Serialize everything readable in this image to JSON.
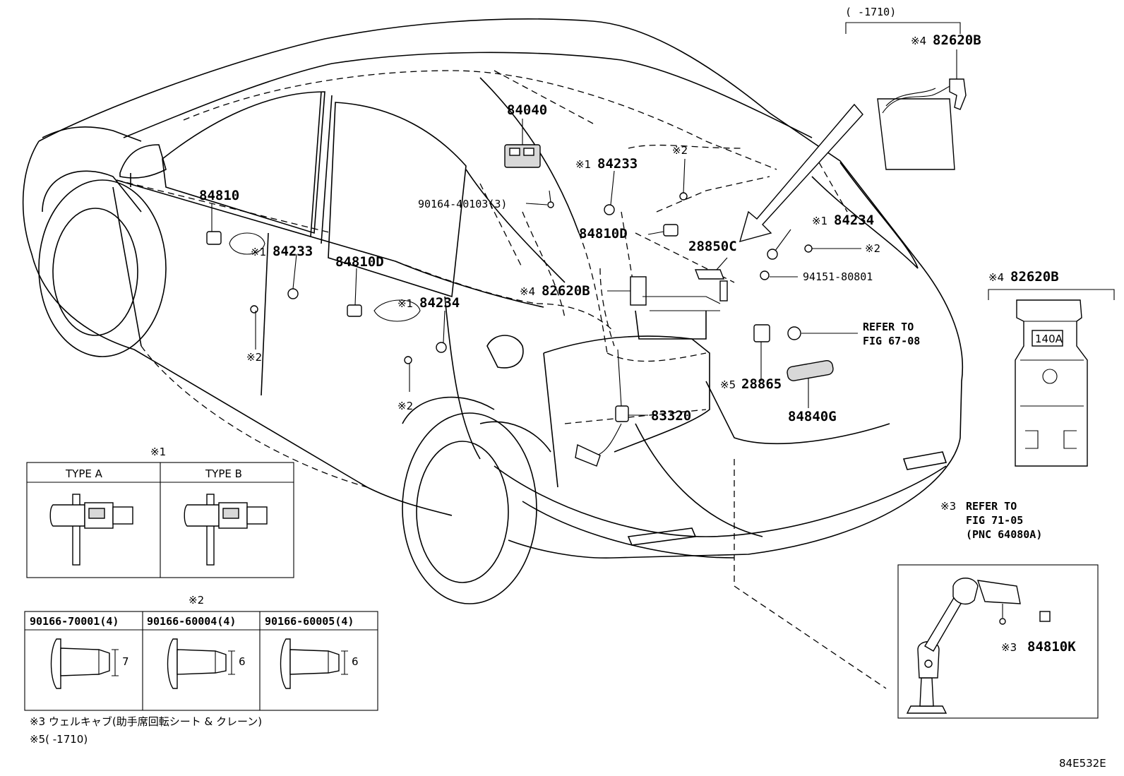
{
  "callouts": {
    "p84040": "84040",
    "p84810": "84810",
    "p84810D_a": "84810D",
    "p84810D_b": "84810D",
    "p90164": "90164-40103(3)",
    "p84233_a": "84233",
    "p84233_b": "84233",
    "p84234_a": "84234",
    "p84234_b": "84234",
    "p82620B_a": "82620B",
    "p82620B_b": "82620B",
    "p82620B_c": "82620B",
    "p28850C": "28850C",
    "p94151": "94151-80801",
    "p28865": "28865",
    "p84840G": "84840G",
    "p83320": "83320",
    "p84810K": "84810K",
    "refer1_line1": "REFER TO",
    "refer1_line2": "FIG 67-08",
    "refer2_line1": "REFER TO",
    "refer2_line2": "FIG 71-05",
    "refer2_line3": "(PNC 64080A)",
    "range_top": "(     -1710)",
    "fuse_label": "140A",
    "diagram_code": "84E532E"
  },
  "marks": {
    "m1": "※1",
    "m2": "※2",
    "m3": "※3",
    "m4": "※4",
    "m5": "※5"
  },
  "table1": {
    "mark": "※1",
    "col_a": "TYPE A",
    "col_b": "TYPE B"
  },
  "table2": {
    "mark": "※2",
    "cols": [
      "90166-70001(4)",
      "90166-60004(4)",
      "90166-60005(4)"
    ],
    "dims": [
      "7",
      "6",
      "6"
    ]
  },
  "notes": {
    "note3": "※3 ウェルキャブ(助手席回転シート & クレーン)",
    "note5": "※5(     -1710)"
  }
}
